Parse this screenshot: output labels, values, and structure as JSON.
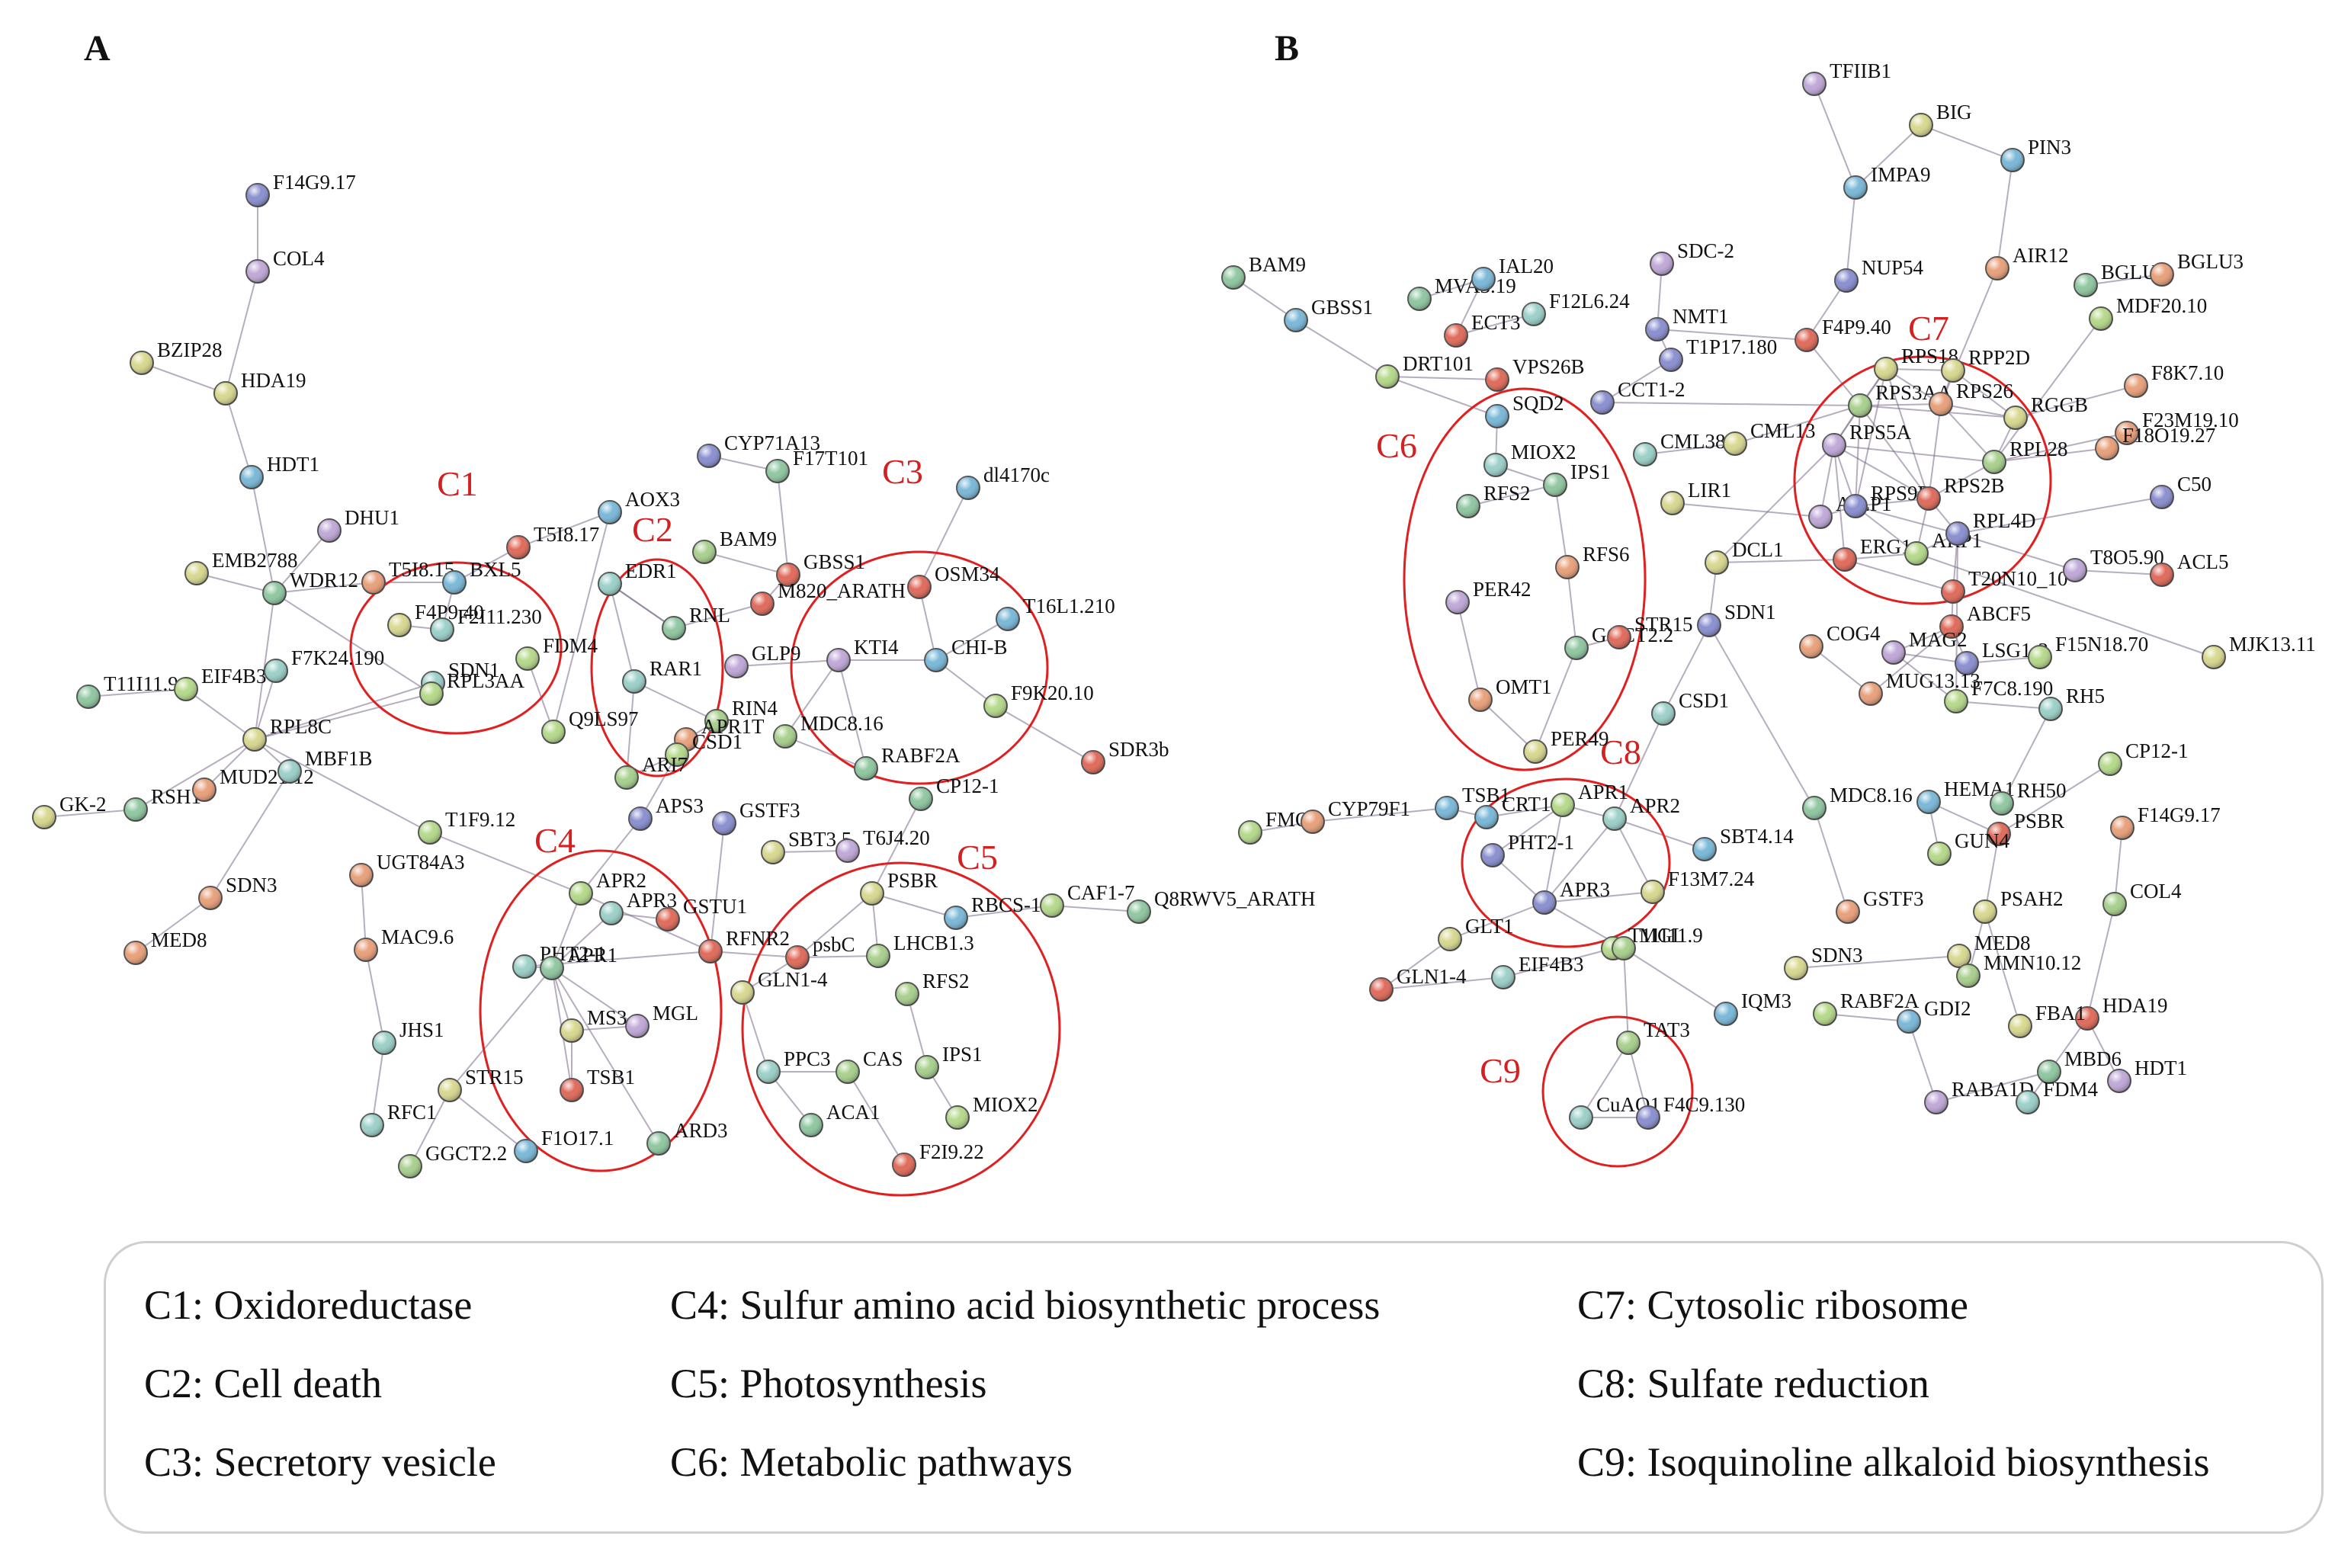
{
  "panels": [
    {
      "letter": "A"
    },
    {
      "letter": "B"
    }
  ],
  "legend": [
    {
      "id": "C1",
      "text": "C1: Oxidoreductase"
    },
    {
      "id": "C2",
      "text": "C2: Cell death"
    },
    {
      "id": "C3",
      "text": "C3: Secretory vesicle"
    },
    {
      "id": "C4",
      "text": "C4: Sulfur amino acid biosynthetic process"
    },
    {
      "id": "C5",
      "text": "C5: Photosynthesis"
    },
    {
      "id": "C6",
      "text": "C6: Metabolic pathways"
    },
    {
      "id": "C7",
      "text": "C7: Cytosolic ribosome"
    },
    {
      "id": "C8",
      "text": "C8: Sulfate reduction"
    },
    {
      "id": "C9",
      "text": "C9: Isoquinoline alkaloid biosynthesis"
    }
  ],
  "colors": {
    "cluster_outline": "#e02020",
    "cluster_label": "#d42020",
    "edge": "#7a6a8a",
    "node_palette": [
      "#a8d08d",
      "#8fc7a0",
      "#b5d98a",
      "#9bd0c8",
      "#8a8fd0",
      "#e8a07a",
      "#d8d890",
      "#e06a5a",
      "#7ab8d8",
      "#c0a8d8"
    ]
  },
  "networks": {
    "A": {
      "clusters": [
        "C1",
        "C2",
        "C3",
        "C4",
        "C5"
      ],
      "nodes": [
        {
          "id": "F14G9.17"
        },
        {
          "id": "COL4"
        },
        {
          "id": "BZIP28"
        },
        {
          "id": "HDA19"
        },
        {
          "id": "HDT1"
        },
        {
          "id": "DHU1"
        },
        {
          "id": "EMB2788"
        },
        {
          "id": "WDR12"
        },
        {
          "id": "T5I8.15"
        },
        {
          "id": "BXL5"
        },
        {
          "id": "T5I8.17"
        },
        {
          "id": "AOX3"
        },
        {
          "id": "CYP71A13"
        },
        {
          "id": "F17T101"
        },
        {
          "id": "dl4170c"
        },
        {
          "id": "F4P9.40"
        },
        {
          "id": "F2I11.230"
        },
        {
          "id": "EDR1"
        },
        {
          "id": "BAM9"
        },
        {
          "id": "GBSS1"
        },
        {
          "id": "OSM34"
        },
        {
          "id": "T16L1.210"
        },
        {
          "id": "M820_ARATH"
        },
        {
          "id": "RNL"
        },
        {
          "id": "KTI4"
        },
        {
          "id": "CHI-B"
        },
        {
          "id": "GLP9"
        },
        {
          "id": "FDM4"
        },
        {
          "id": "RAR1"
        },
        {
          "id": "T11I11.9"
        },
        {
          "id": "EIF4B3"
        },
        {
          "id": "F7K24.190"
        },
        {
          "id": "SDN1"
        },
        {
          "id": "RPL3AA"
        },
        {
          "id": "RPL8C"
        },
        {
          "id": "RIN4"
        },
        {
          "id": "APR1T"
        },
        {
          "id": "F9K20.10"
        },
        {
          "id": "MDC8.16"
        },
        {
          "id": "RABF2A"
        },
        {
          "id": "SDR3b"
        },
        {
          "id": "Q9LS97"
        },
        {
          "id": "CSD1"
        },
        {
          "id": "ARI7"
        },
        {
          "id": "GK-2"
        },
        {
          "id": "RSH1"
        },
        {
          "id": "MUD21.12"
        },
        {
          "id": "MBF1B"
        },
        {
          "id": "T1F9.12"
        },
        {
          "id": "APS3"
        },
        {
          "id": "GSTF3"
        },
        {
          "id": "CP12-1"
        },
        {
          "id": "SBT3.5"
        },
        {
          "id": "T6J4.20"
        },
        {
          "id": "SDN3"
        },
        {
          "id": "MED8"
        },
        {
          "id": "UGT84A3"
        },
        {
          "id": "MAC9.6"
        },
        {
          "id": "APR2"
        },
        {
          "id": "APR3"
        },
        {
          "id": "GSTU1"
        },
        {
          "id": "RFNR2"
        },
        {
          "id": "PSBR"
        },
        {
          "id": "RBCS-1A"
        },
        {
          "id": "CAF1-7"
        },
        {
          "id": "Q8RWV5_ARATH"
        },
        {
          "id": "psbC"
        },
        {
          "id": "LHCB1.3"
        },
        {
          "id": "PHT2-1"
        },
        {
          "id": "APR1"
        },
        {
          "id": "GLN1-4"
        },
        {
          "id": "MS3"
        },
        {
          "id": "MGL"
        },
        {
          "id": "RFS2"
        },
        {
          "id": "JHS1"
        },
        {
          "id": "PPC3"
        },
        {
          "id": "CAS"
        },
        {
          "id": "IPS1"
        },
        {
          "id": "STR15"
        },
        {
          "id": "TSB1"
        },
        {
          "id": "RFC1"
        },
        {
          "id": "ACA1"
        },
        {
          "id": "MIOX2"
        },
        {
          "id": "ARD3"
        },
        {
          "id": "GGCT2.2"
        },
        {
          "id": "F1O17.1"
        },
        {
          "id": "F2I9.22"
        }
      ]
    },
    "B": {
      "clusters": [
        "C6",
        "C7",
        "C8",
        "C9"
      ],
      "nodes": [
        {
          "id": "TFIIB1"
        },
        {
          "id": "BIG"
        },
        {
          "id": "PIN3"
        },
        {
          "id": "IMPA9"
        },
        {
          "id": "BAM9"
        },
        {
          "id": "SDC-2"
        },
        {
          "id": "NUP54"
        },
        {
          "id": "AIR12"
        },
        {
          "id": "BGLU9"
        },
        {
          "id": "BGLU3"
        },
        {
          "id": "GBSS1"
        },
        {
          "id": "MVA3.19"
        },
        {
          "id": "IAL20"
        },
        {
          "id": "F12L6.24"
        },
        {
          "id": "MDF20.10"
        },
        {
          "id": "ECT3"
        },
        {
          "id": "NMT1"
        },
        {
          "id": "F4P9.40"
        },
        {
          "id": "DRT101"
        },
        {
          "id": "VPS26B"
        },
        {
          "id": "T1P17.180"
        },
        {
          "id": "RPS18"
        },
        {
          "id": "RPP2D"
        },
        {
          "id": "F8K7.10"
        },
        {
          "id": "CCT1-2"
        },
        {
          "id": "RPS3AA"
        },
        {
          "id": "RPS26"
        },
        {
          "id": "RGGB"
        },
        {
          "id": "F23M19.10"
        },
        {
          "id": "SQD2"
        },
        {
          "id": "CML38"
        },
        {
          "id": "CML13"
        },
        {
          "id": "RPS5A"
        },
        {
          "id": "RPL28"
        },
        {
          "id": "F18O19.27"
        },
        {
          "id": "MIOX2"
        },
        {
          "id": "IPS1"
        },
        {
          "id": "LIR1"
        },
        {
          "id": "AILP1"
        },
        {
          "id": "RFS2"
        },
        {
          "id": "RPS9B"
        },
        {
          "id": "RPS2B"
        },
        {
          "id": "C50"
        },
        {
          "id": "ERG1"
        },
        {
          "id": "ARP1"
        },
        {
          "id": "RPL4D"
        },
        {
          "id": "DCL1"
        },
        {
          "id": "RFS6"
        },
        {
          "id": "T20N10_10"
        },
        {
          "id": "T8O5.90"
        },
        {
          "id": "ACL5"
        },
        {
          "id": "PER42"
        },
        {
          "id": "SDN1"
        },
        {
          "id": "ABCF5"
        },
        {
          "id": "MJK13.11"
        },
        {
          "id": "GGCT2.2"
        },
        {
          "id": "STR15"
        },
        {
          "id": "COG4"
        },
        {
          "id": "MAG2"
        },
        {
          "id": "LSG1-2"
        },
        {
          "id": "F15N18.70"
        },
        {
          "id": "OMT1"
        },
        {
          "id": "CSD1"
        },
        {
          "id": "F7C8.190"
        },
        {
          "id": "RH5"
        },
        {
          "id": "MUG13.13"
        },
        {
          "id": "PER49"
        },
        {
          "id": "MDC8.16"
        },
        {
          "id": "HEMA1"
        },
        {
          "id": "RH50"
        },
        {
          "id": "CP12-1"
        },
        {
          "id": "FMO"
        },
        {
          "id": "CYP79F1"
        },
        {
          "id": "TSB1"
        },
        {
          "id": "CRT1"
        },
        {
          "id": "APR1"
        },
        {
          "id": "APR2"
        },
        {
          "id": "PHT2-1"
        },
        {
          "id": "SBT4.14"
        },
        {
          "id": "PSBR"
        },
        {
          "id": "F14G9.17"
        },
        {
          "id": "APR3"
        },
        {
          "id": "F13M7.24"
        },
        {
          "id": "GUN4"
        },
        {
          "id": "GLT1"
        },
        {
          "id": "GSTF3"
        },
        {
          "id": "PSAH2"
        },
        {
          "id": "COL4"
        },
        {
          "id": "T11I11.9"
        },
        {
          "id": "GLN1-4"
        },
        {
          "id": "EIF4B3"
        },
        {
          "id": "MGL"
        },
        {
          "id": "SDN3"
        },
        {
          "id": "MED8"
        },
        {
          "id": "MMN10.12"
        },
        {
          "id": "IQM3"
        },
        {
          "id": "HDA19"
        },
        {
          "id": "RABF2A"
        },
        {
          "id": "GDI2"
        },
        {
          "id": "FBA1"
        },
        {
          "id": "TAT3"
        },
        {
          "id": "MBD6"
        },
        {
          "id": "HDT1"
        },
        {
          "id": "RABA1D"
        },
        {
          "id": "FDM4"
        },
        {
          "id": "CuAO1"
        },
        {
          "id": "F4C9.130"
        }
      ]
    }
  }
}
